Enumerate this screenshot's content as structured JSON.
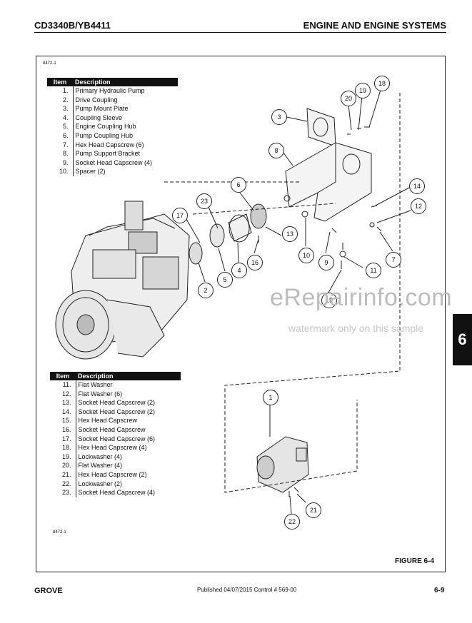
{
  "header": {
    "left": "CD3340B/YB4411",
    "right": "ENGINE AND ENGINE SYSTEMS"
  },
  "figure": {
    "id_top": "8472-1",
    "id_bottom": "8472-1",
    "caption": "FIGURE 6-4"
  },
  "table1": {
    "col_item": "Item",
    "col_desc": "Description",
    "rows": [
      {
        "item": "1.",
        "desc": "Primary Hydraulic Pump"
      },
      {
        "item": "2.",
        "desc": "Drive Coupling"
      },
      {
        "item": "3.",
        "desc": "Pump Mount Plate"
      },
      {
        "item": "4.",
        "desc": "Coupling Sleeve"
      },
      {
        "item": "5.",
        "desc": "Engine Coupling Hub"
      },
      {
        "item": "6.",
        "desc": "Pump Coupling Hub"
      },
      {
        "item": "7.",
        "desc": "Hex Head Capscrew (6)"
      },
      {
        "item": "8.",
        "desc": "Pump Support Bracket"
      },
      {
        "item": "9.",
        "desc": "Socket Head Capscrew (4)"
      },
      {
        "item": "10.",
        "desc": "Spacer (2)"
      }
    ]
  },
  "table2": {
    "col_item": "Item",
    "col_desc": "Description",
    "rows": [
      {
        "item": "11.",
        "desc": "Flat Washer"
      },
      {
        "item": "12.",
        "desc": "Flat Washer (6)"
      },
      {
        "item": "13.",
        "desc": "Socket Head Capscrew (2)"
      },
      {
        "item": "14.",
        "desc": "Socket Head Capscrew (2)"
      },
      {
        "item": "15.",
        "desc": "Hex Head Capscrew"
      },
      {
        "item": "16.",
        "desc": "Socket Head Capscrew"
      },
      {
        "item": "17.",
        "desc": "Socket Head Capscrew (6)"
      },
      {
        "item": "18.",
        "desc": "Hex Head Capscrew (4)"
      },
      {
        "item": "19.",
        "desc": "Lockwasher (4)"
      },
      {
        "item": "20.",
        "desc": "Flat Washer (4)"
      },
      {
        "item": "21.",
        "desc": "Hex Head Capscrew (2)"
      },
      {
        "item": "22.",
        "desc": "Lockwasher (2)"
      },
      {
        "item": "23.",
        "desc": "Socket Head Capscrew (4)"
      }
    ]
  },
  "callouts": [
    "1",
    "2",
    "3",
    "4",
    "5",
    "6",
    "7",
    "8",
    "9",
    "10",
    "11",
    "12",
    "13",
    "14",
    "15",
    "16",
    "17",
    "18",
    "19",
    "20",
    "21",
    "22",
    "23"
  ],
  "watermark": {
    "main": "eRepairinfo.com",
    "sub": "watermark only on this sample"
  },
  "section_tab": "6",
  "footer": {
    "left": "GROVE",
    "center": "Published 04/07/2015 Control # 569-00",
    "right": "6-9"
  }
}
